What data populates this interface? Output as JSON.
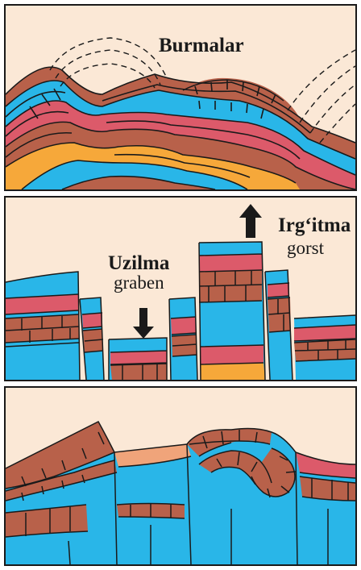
{
  "labels": {
    "folds": "Burmalar",
    "downthrow": "Uzilma",
    "graben": "graben",
    "upthrow": "Irg‘itma",
    "horst": "gorst"
  },
  "colors": {
    "sky": "#fbe8d6",
    "brown": "#b8614a",
    "blue": "#29b6e8",
    "pink": "#dc5a6a",
    "orange": "#f6a83a",
    "peach": "#f0a47a",
    "outline": "#1a1a1a"
  }
}
